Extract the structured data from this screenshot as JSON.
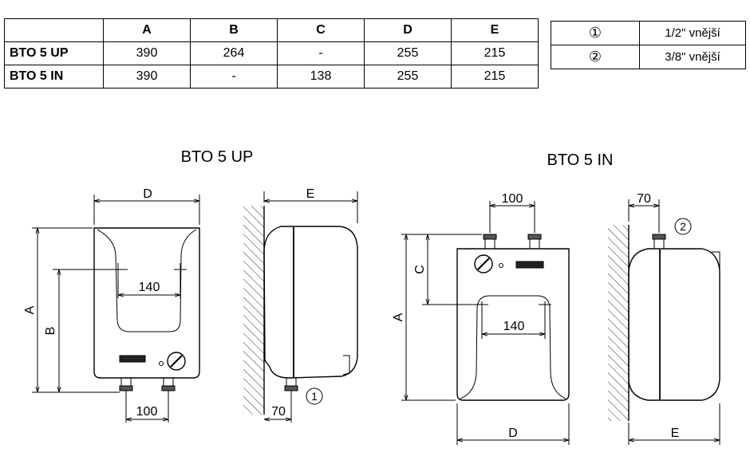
{
  "dimension_table": {
    "headers": [
      "",
      "A",
      "B",
      "C",
      "D",
      "E"
    ],
    "rows": [
      {
        "model": "BTO 5 UP",
        "values": [
          "390",
          "264",
          "-",
          "255",
          "215"
        ]
      },
      {
        "model": "BTO 5 IN",
        "values": [
          "390",
          "-",
          "138",
          "255",
          "215"
        ]
      }
    ]
  },
  "connection_table": {
    "rows": [
      {
        "symbol": "①",
        "size": "1/2\" vnější"
      },
      {
        "symbol": "②",
        "size": "3/8\" vnější"
      }
    ]
  },
  "drawing_up": {
    "title": "BTO 5 UP",
    "label_d": "D",
    "label_e": "E",
    "label_a": "A",
    "label_b": "B",
    "inner_width": "140",
    "pipe_spacing": "100",
    "wall_offset": "70",
    "connection_marker": "1"
  },
  "drawing_in": {
    "title": "BTO 5 IN",
    "label_d": "D",
    "label_e": "E",
    "label_a": "A",
    "label_c": "C",
    "inner_width": "140",
    "pipe_spacing": "100",
    "wall_offset": "70",
    "connection_marker": "2"
  }
}
